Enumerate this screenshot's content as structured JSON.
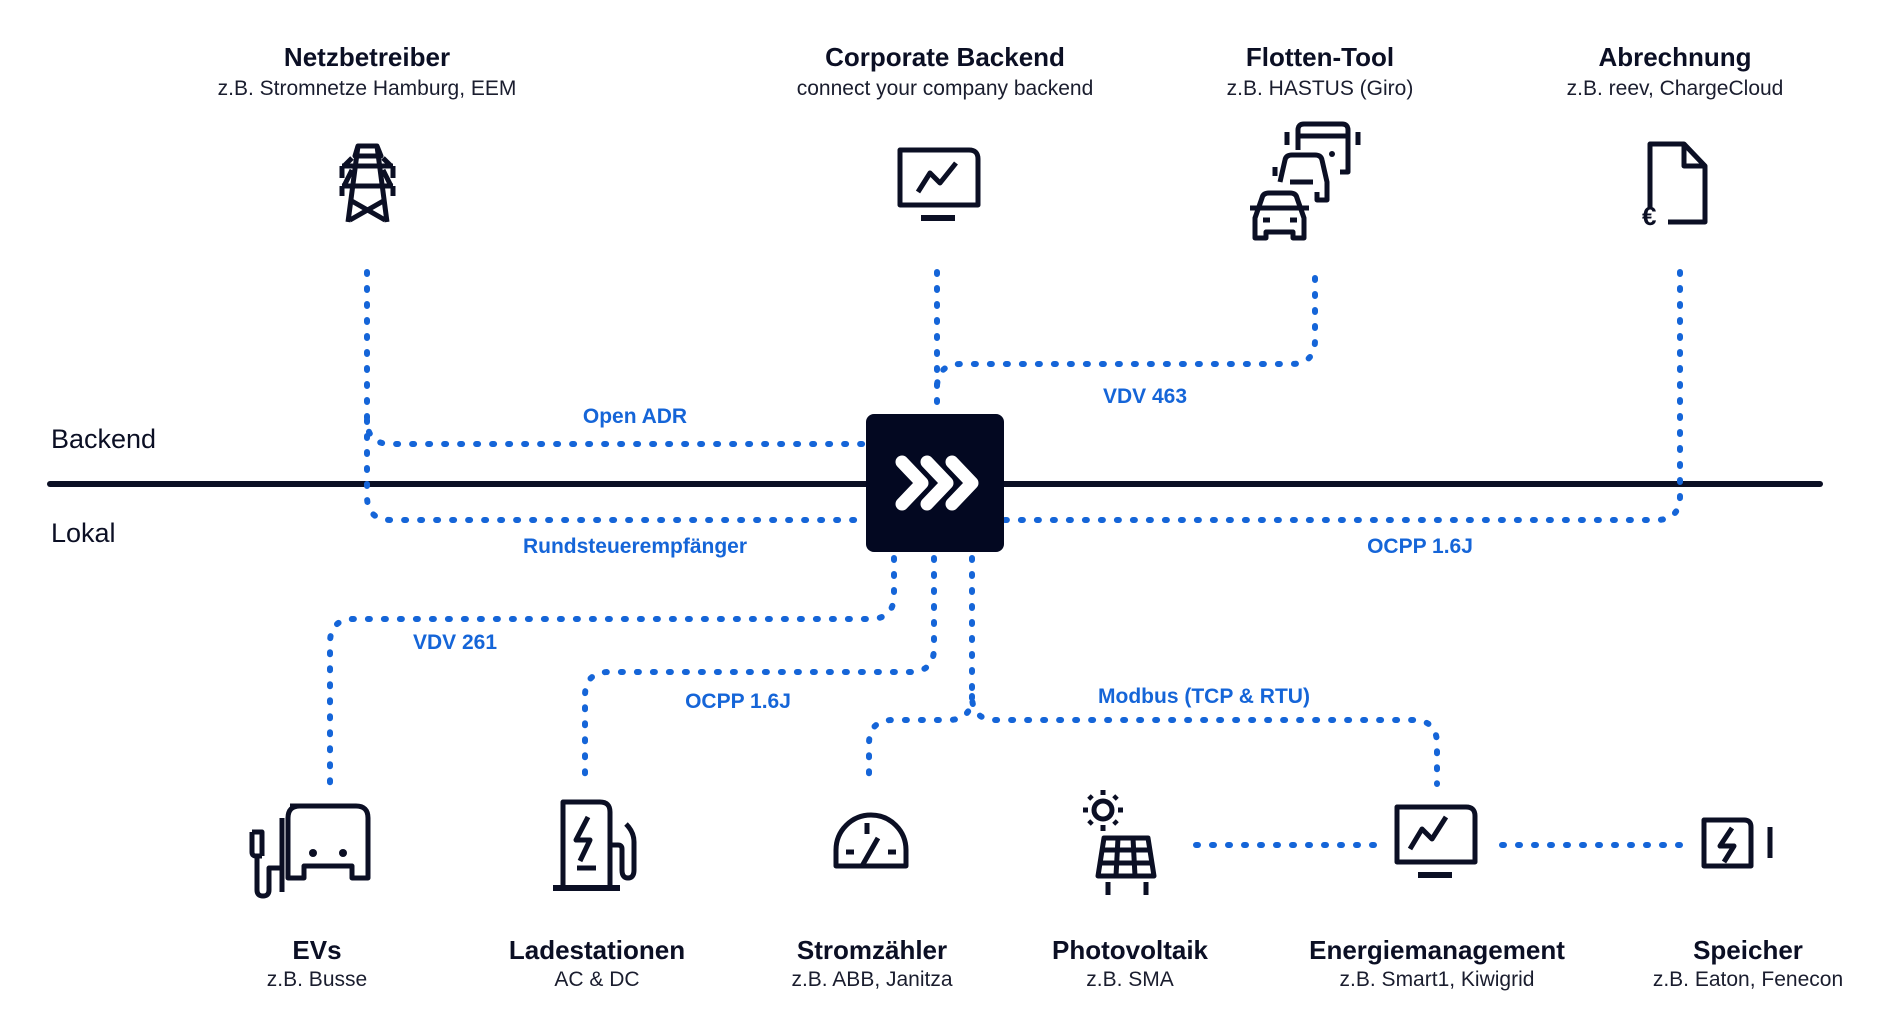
{
  "zones": {
    "upper": "Backend",
    "lower": "Lokal"
  },
  "colors": {
    "accent": "#1565d8",
    "dark": "#0b0f24",
    "hub": "#030821",
    "background": "#ffffff"
  },
  "hub": {
    "icon": "triple-chevron-right-icon"
  },
  "top_nodes": [
    {
      "id": "netzbetreiber",
      "title": "Netzbetreiber",
      "subtitle": "z.B. Stromnetze Hamburg, EEM",
      "icon": "power-pylon-icon"
    },
    {
      "id": "corporate",
      "title": "Corporate Backend",
      "subtitle": "connect your company backend",
      "icon": "monitor-chart-icon"
    },
    {
      "id": "flotten",
      "title": "Flotten-Tool",
      "subtitle": "z.B. HASTUS (Giro)",
      "icon": "vehicle-fleet-icon"
    },
    {
      "id": "abrechnung",
      "title": "Abrechnung",
      "subtitle": "z.B. reev, ChargeCloud",
      "icon": "euro-invoice-icon"
    }
  ],
  "bottom_nodes": [
    {
      "id": "evs",
      "title": "EVs",
      "subtitle": "z.B. Busse",
      "icon": "electric-bus-icon"
    },
    {
      "id": "ladestationen",
      "title": "Ladestationen",
      "subtitle": "AC & DC",
      "icon": "charging-station-icon"
    },
    {
      "id": "stromzaehler",
      "title": "Stromzähler",
      "subtitle": "z.B. ABB, Janitza",
      "icon": "meter-gauge-icon"
    },
    {
      "id": "photovoltaik",
      "title": "Photovoltaik",
      "subtitle": "z.B. SMA",
      "icon": "solar-panel-icon"
    },
    {
      "id": "energiemanagement",
      "title": "Energiemanagement",
      "subtitle": "z.B. Smart1, Kiwigrid",
      "icon": "monitor-chart-icon"
    },
    {
      "id": "speicher",
      "title": "Speicher",
      "subtitle": "z.B. Eaton, Fenecon",
      "icon": "battery-bolt-icon"
    }
  ],
  "protocols": {
    "open_adr": "Open ADR",
    "vdv463": "VDV 463",
    "rundsteuer": "Rundsteuerempfänger",
    "ocpp_backend": "OCPP 1.6J",
    "vdv261": "VDV 261",
    "ocpp_local": "OCPP 1.6J",
    "modbus": "Modbus (TCP & RTU)"
  }
}
